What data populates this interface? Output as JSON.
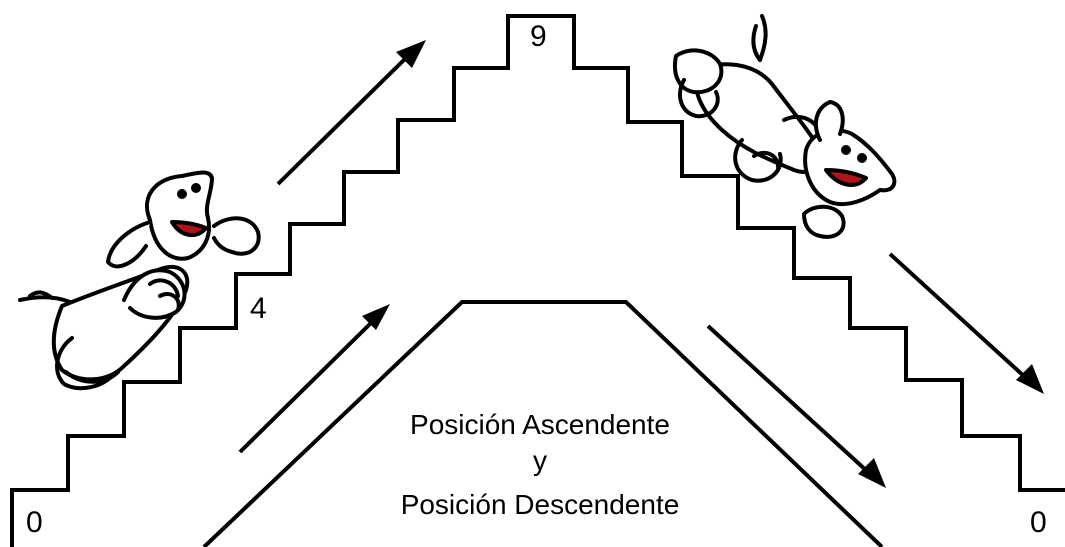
{
  "labels": {
    "start": "0",
    "middle": "4",
    "top": "9",
    "end": "0"
  },
  "caption": {
    "line1": "Posición Ascendente",
    "line2": "y",
    "line3": "Posición Descendente"
  },
  "colors": {
    "ink": "#000000",
    "tongue": "#b0121b",
    "background": "#ffffff"
  },
  "icons": {
    "left": "dog-climbing-up-icon",
    "right": "dog-going-down-icon"
  }
}
